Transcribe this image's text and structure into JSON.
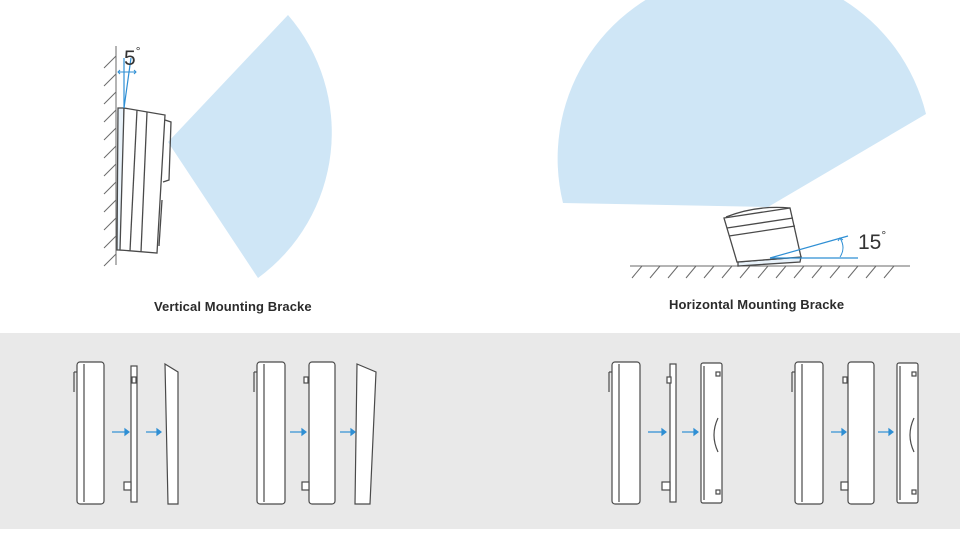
{
  "top_left": {
    "caption": "Vertical Mounting Bracke",
    "angle_value": "5",
    "angle_unit": "°"
  },
  "top_right": {
    "caption": "Horizontal Mounting Bracke",
    "angle_value": "15",
    "angle_unit": "°"
  },
  "colors": {
    "view_cone": "#cfe6f6",
    "device_stroke": "#4a4a4a",
    "arrow": "#2f8fd4",
    "bottom_band": "#e9e9e9",
    "hatch": "#6a6a6a"
  }
}
